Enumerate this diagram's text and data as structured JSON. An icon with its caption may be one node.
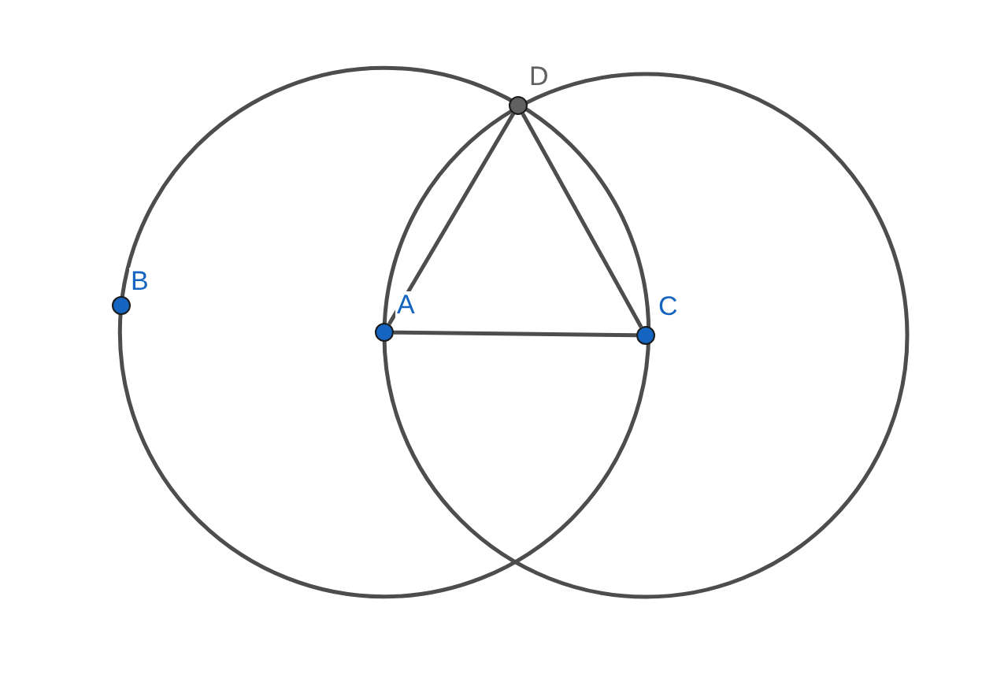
{
  "diagram": {
    "nodes": [
      {
        "text": [
          "D"
        ]
      },
      {
        "text": [
          "B"
        ]
      },
      {
        "text": [
          "A"
        ]
      },
      {
        "text": [
          "C"
        ]
      }
    ],
    "edges": [
      {
        "from": 2,
        "to": 0,
        "arrow": "none"
      },
      {
        "from": 0,
        "to": 3,
        "arrow": "none"
      },
      {
        "from": 2,
        "to": 3,
        "arrow": "none"
      }
    ]
  }
}
